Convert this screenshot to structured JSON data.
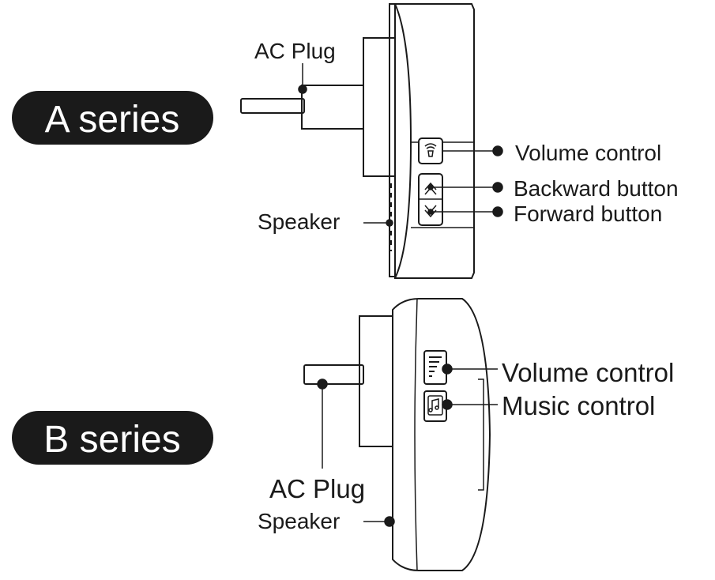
{
  "colors": {
    "ink": "#1a1a1a",
    "badge_bg": "#1a1a1a",
    "badge_text": "#ffffff",
    "background": "#ffffff"
  },
  "series_a": {
    "badge": "A series",
    "labels": {
      "ac_plug": "AC Plug",
      "speaker": "Speaker",
      "volume_control": "Volume control",
      "backward_button": "Backward button",
      "forward_button": "Forward button"
    },
    "icons": [
      "volume-button-icon",
      "up-arrow-icon",
      "down-arrow-icon"
    ]
  },
  "series_b": {
    "badge": "B series",
    "labels": {
      "volume_control": "Volume control",
      "music_control": "Music control",
      "ac_plug": "AC Plug",
      "speaker": "Speaker"
    },
    "icons": [
      "volume-level-icon",
      "music-note-icon"
    ]
  }
}
